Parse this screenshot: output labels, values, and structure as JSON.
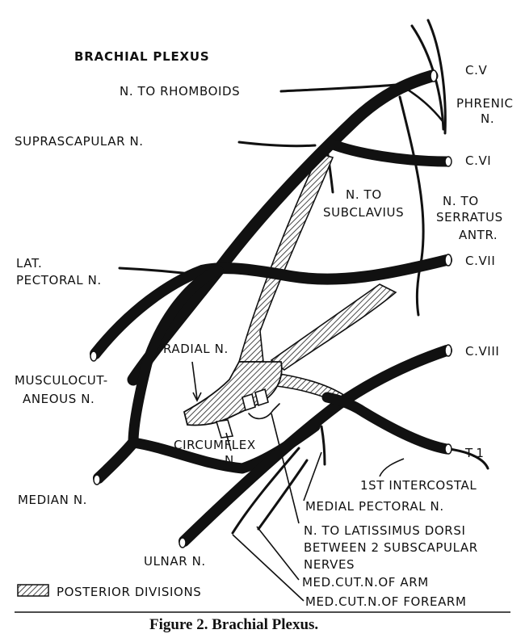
{
  "title": "BRACHIAL PLEXUS",
  "caption": "Figure 2. Brachial Plexus.",
  "roots": {
    "c5": "C.V",
    "c6": "C.VI",
    "c7": "C.VII",
    "c8": "C.VIII",
    "t1": "T.1"
  },
  "labels": {
    "rhomboids": "N. TO RHOMBOIDS",
    "phrenic_1": "PHRENIC",
    "phrenic_2": "N.",
    "suprascapular": "SUPRASCAPULAR N.",
    "subclavius_1": "N. TO",
    "subclavius_2": "SUBCLAVIUS",
    "serratus_1": "N. TO",
    "serratus_2": "SERRATUS",
    "serratus_3": "ANTR.",
    "lat_pectoral_1": "LAT.",
    "lat_pectoral_2": "PECTORAL N.",
    "radial": "RADIAL N.",
    "musculocut_1": "MUSCULOCUT-",
    "musculocut_2": "ANEOUS N.",
    "circumflex_1": "CIRCUMFLEX",
    "circumflex_2": "N.",
    "intercostal": "1ST INTERCOSTAL",
    "median": "MEDIAN N.",
    "medial_pectoral": "MEDIAL PECTORAL N.",
    "latissimus_1": "N. TO LATISSIMUS DORSI",
    "latissimus_2": "BETWEEN 2 SUBSCAPULAR",
    "latissimus_3": "NERVES",
    "ulnar": "ULNAR N.",
    "med_cut_arm": "MED.CUT.N.OF ARM",
    "med_cut_forearm": "MED.CUT.N.OF FOREARM"
  },
  "legend": {
    "posterior": "POSTERIOR DIVISIONS"
  }
}
